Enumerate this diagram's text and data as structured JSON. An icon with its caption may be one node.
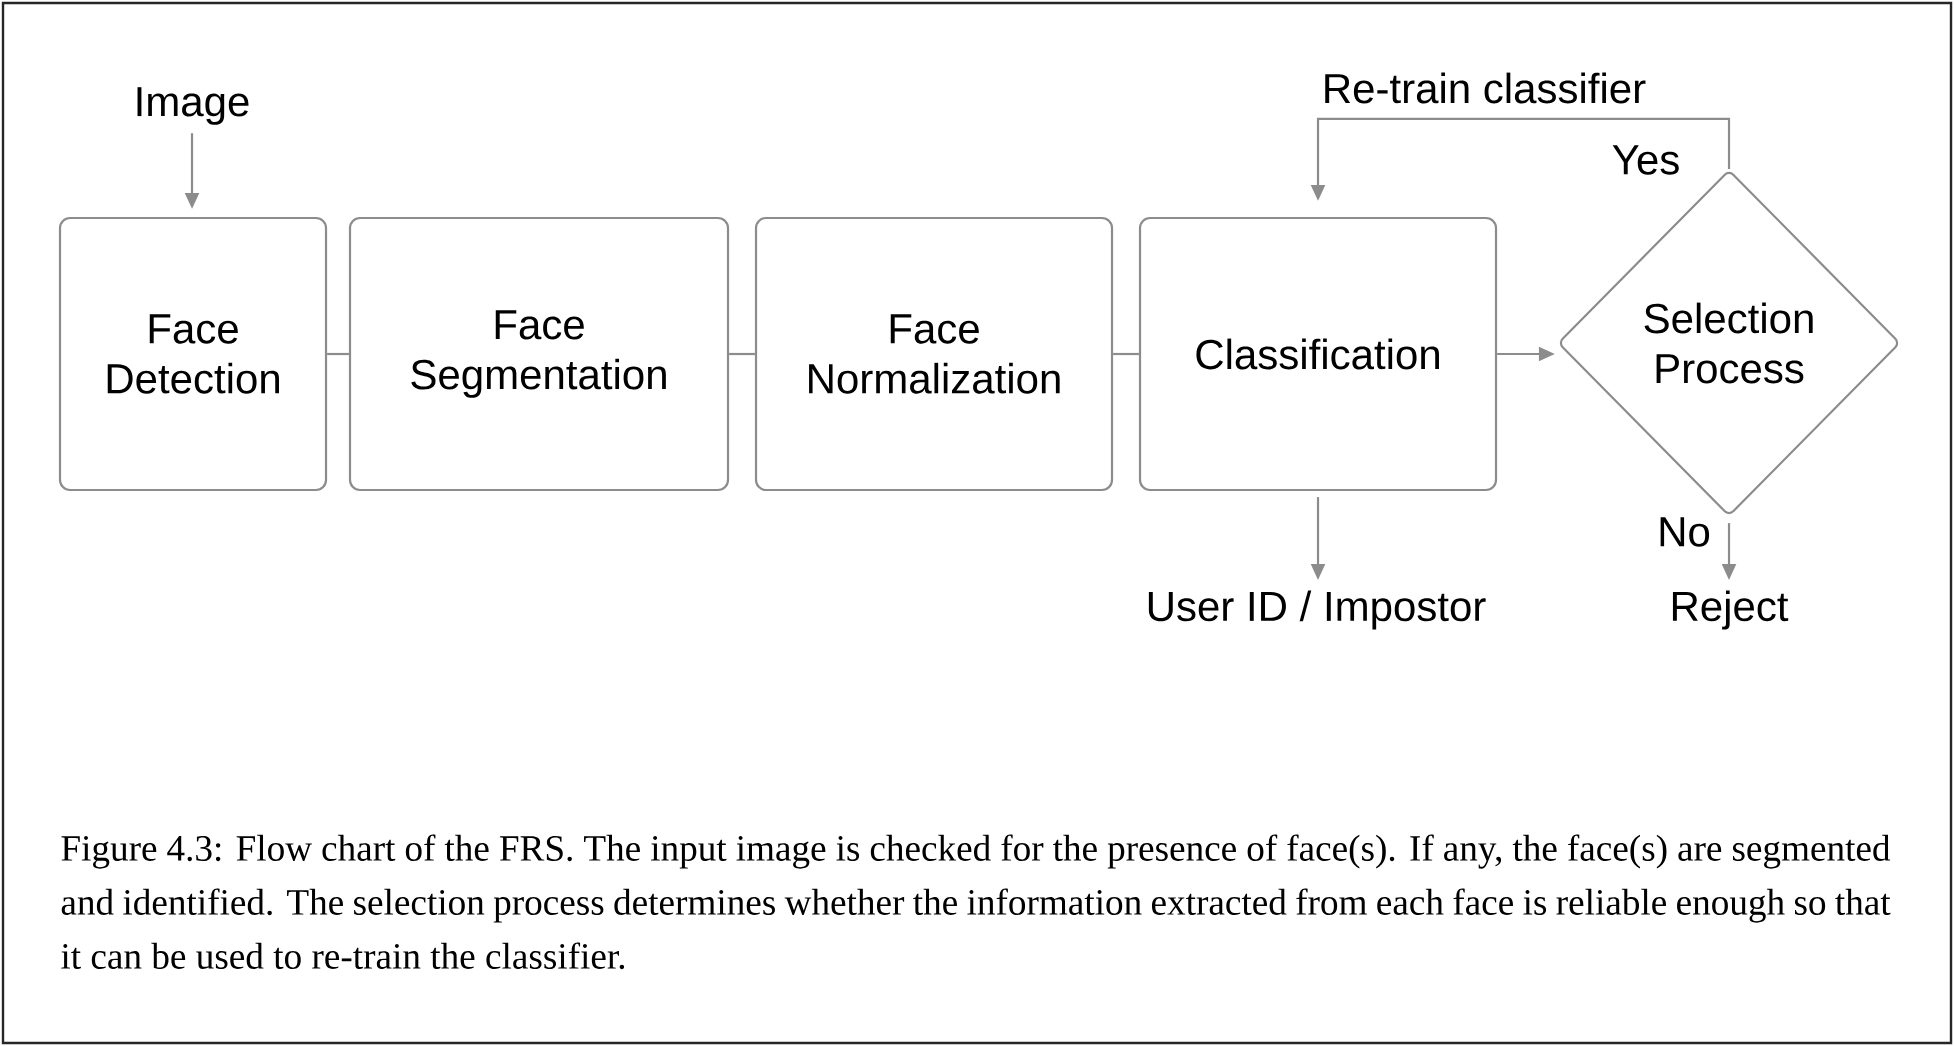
{
  "diagram": {
    "caption": "Figure 4.3: Flow chart of the FRS. The input image is checked for the presence of face(s). If any, the face(s) are segmented and identified. The selection process determines whether the information extracted from each face is reliable enough so that it can be used to re-train the classifier.",
    "nodes": [
      {
        "text": [
          "Image"
        ]
      },
      {
        "text": [
          "Face Detection"
        ]
      },
      {
        "text": [
          "Face Segmentation"
        ]
      },
      {
        "text": [
          "Face Normalization"
        ]
      },
      {
        "text": [
          "Classification"
        ]
      },
      {
        "text": [
          "Selection Process"
        ]
      },
      {
        "text": [
          "User ID / Impostor"
        ]
      },
      {
        "text": [
          "Reject"
        ]
      }
    ],
    "edges": [
      {
        "from": 0,
        "to": 1,
        "arrow": "to"
      },
      {
        "from": 1,
        "to": 2,
        "arrow": "none"
      },
      {
        "from": 2,
        "to": 3,
        "arrow": "none"
      },
      {
        "from": 3,
        "to": 4,
        "arrow": "none"
      },
      {
        "from": 4,
        "to": 5,
        "arrow": "to"
      },
      {
        "from": 5,
        "to": 4,
        "arrow": "to",
        "label": "Yes"
      },
      {
        "from": 4,
        "to": 6,
        "arrow": "to"
      },
      {
        "from": 5,
        "to": 7,
        "arrow": "to",
        "label": "No"
      }
    ],
    "labels": [
      "Re-train classifier"
    ]
  }
}
